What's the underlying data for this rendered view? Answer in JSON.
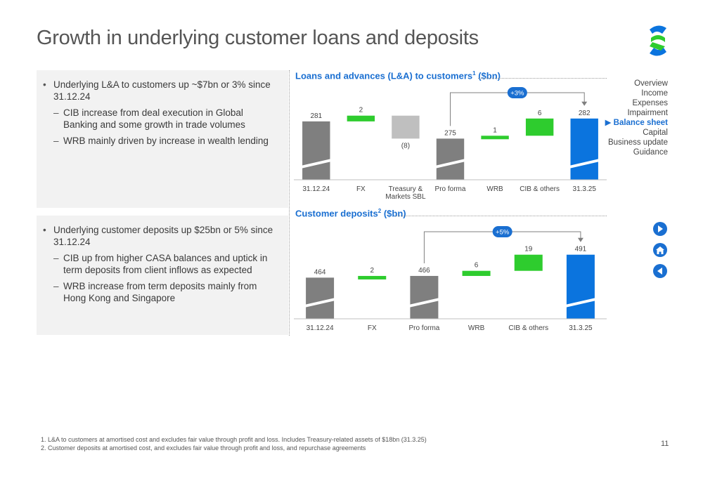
{
  "title": "Growth in underlying customer loans and deposits",
  "left_panels": [
    {
      "bullet": "Underlying L&A to customers up ~$7bn or 3% since 31.12.24",
      "subs": [
        "CIB increase from deal execution in Global Banking and some growth in trade volumes",
        "WRB mainly driven by increase in wealth lending"
      ]
    },
    {
      "bullet": "Underlying customer deposits up $25bn or 5% since 31.12.24",
      "subs": [
        "CIB up from higher CASA balances and uptick in term deposits from client inflows as expected",
        "WRB increase from term deposits mainly from Hong Kong and Singapore"
      ]
    }
  ],
  "chart_data": [
    {
      "type": "bar",
      "subtype": "waterfall",
      "title": "Loans and advances (L&A) to customers",
      "title_sup": "1",
      "title_suffix": " ($bn)",
      "categories": [
        "31.12.24",
        "FX",
        "Treasury & Markets SBL",
        "Pro forma",
        "WRB",
        "CIB & others",
        "31.3.25"
      ],
      "category_lines": [
        [
          "31.12.24"
        ],
        [
          "FX"
        ],
        [
          "Treasury &",
          "Markets SBL"
        ],
        [
          "Pro forma"
        ],
        [
          "WRB"
        ],
        [
          "CIB & others"
        ],
        [
          "31.3.25"
        ]
      ],
      "values": [
        281,
        2,
        -8,
        275,
        1,
        6,
        282
      ],
      "labels": [
        "281",
        "2",
        "(8)",
        "275",
        "1",
        "6",
        "282"
      ],
      "kinds": [
        "total",
        "increase",
        "decrease",
        "total",
        "increase",
        "increase",
        "final"
      ],
      "axis_break": true,
      "annotation": {
        "text": "+3%",
        "from": "Pro forma",
        "to": "31.3.25"
      }
    },
    {
      "type": "bar",
      "subtype": "waterfall",
      "title": "Customer deposits",
      "title_sup": "2",
      "title_suffix": " ($bn)",
      "categories": [
        "31.12.24",
        "FX",
        "Pro forma",
        "WRB",
        "CIB & others",
        "31.3.25"
      ],
      "category_lines": [
        [
          "31.12.24"
        ],
        [
          "FX"
        ],
        [
          "Pro forma"
        ],
        [
          "WRB"
        ],
        [
          "CIB & others"
        ],
        [
          "31.3.25"
        ]
      ],
      "values": [
        464,
        2,
        466,
        6,
        19,
        491
      ],
      "labels": [
        "464",
        "2",
        "466",
        "6",
        "19",
        "491"
      ],
      "kinds": [
        "total",
        "increase",
        "total",
        "increase",
        "increase",
        "final"
      ],
      "axis_break": true,
      "annotation": {
        "text": "+5%",
        "from": "Pro forma",
        "to": "31.3.25"
      }
    }
  ],
  "colors": {
    "total": "#7f7f7f",
    "increase": "#2ecc2e",
    "decrease": "#bfbfbf",
    "final": "#0b74de",
    "accent": "#1a6fd1",
    "connector": "#7f7f7f"
  },
  "nav": {
    "items": [
      "Overview",
      "Income",
      "Expenses",
      "Impairment",
      "Balance sheet",
      "Capital",
      "Business update",
      "Guidance"
    ],
    "active": "Balance sheet",
    "buttons": [
      "next-icon",
      "home-icon",
      "previous-icon"
    ]
  },
  "footnotes": [
    "1.   L&A to customers at amortised cost and excludes fair value through profit and loss. Includes Treasury-related assets of $18bn (31.3.25)",
    "2.   Customer deposits at amortised cost, and excludes fair value through profit and loss, and repurchase agreements"
  ],
  "page_number": "11"
}
